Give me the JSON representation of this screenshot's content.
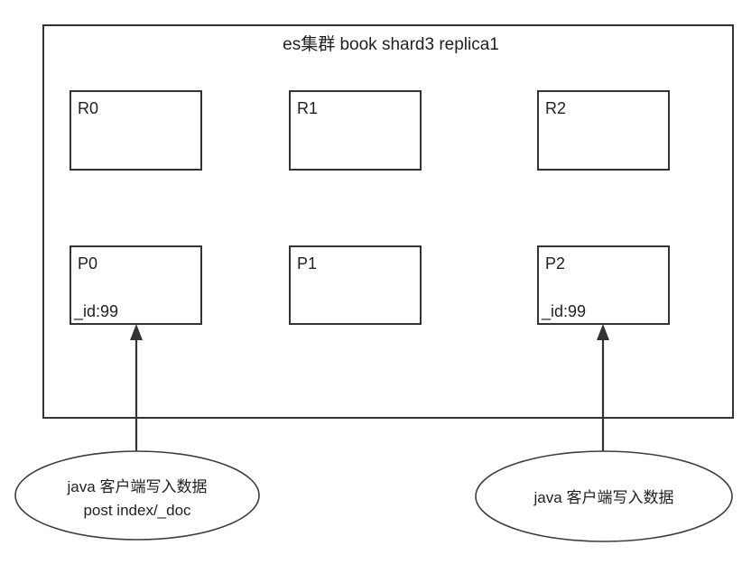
{
  "diagram": {
    "title": "es集群 book shard3 replica1",
    "cluster": {
      "name": "es-cluster-container",
      "title": "es集群 book shard3 replica1"
    },
    "replica_boxes": [
      {
        "label": "R0",
        "detail": ""
      },
      {
        "label": "R1",
        "detail": ""
      },
      {
        "label": "R2",
        "detail": ""
      }
    ],
    "primary_boxes": [
      {
        "label": "P0",
        "detail": "_id:99"
      },
      {
        "label": "P1",
        "detail": ""
      },
      {
        "label": "P2",
        "detail": "_id:99"
      }
    ],
    "clients": [
      {
        "name": "client-left",
        "line1": "java 客户端写入数据",
        "line2": "post index/_doc"
      },
      {
        "name": "client-right",
        "line1": "java 客户端写入数据",
        "line2": ""
      }
    ],
    "connectors": [
      {
        "name": "arrow-client-left-to-p0",
        "from": "client-left",
        "to": "P0"
      },
      {
        "name": "arrow-client-right-to-p2",
        "from": "client-right",
        "to": "P2"
      }
    ],
    "colors": {
      "background": "#ffffff",
      "box_stroke": "#333333",
      "ellipse_stroke": "#3d3d3d",
      "text": "#1f1f1f",
      "connector": "#333333"
    }
  }
}
